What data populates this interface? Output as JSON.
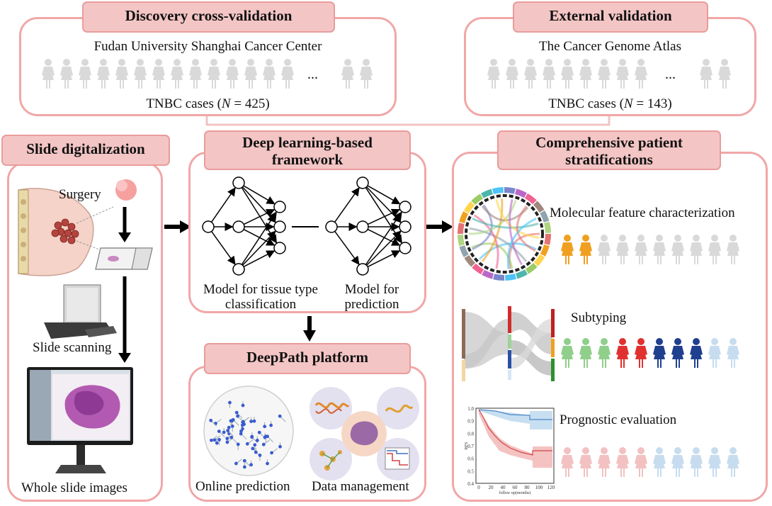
{
  "discovery": {
    "title": "Discovery cross-validation",
    "institution": "Fudan University Shanghai Cancer Center",
    "cases_prefix": "TNBC cases (",
    "n_symbol": "N",
    "cases_suffix": " = 425)"
  },
  "external": {
    "title": "External validation",
    "institution": "The Cancer Genome Atlas",
    "cases_prefix": "TNBC cases (",
    "n_symbol": "N",
    "cases_suffix": " = 143)"
  },
  "ellipsis": "...",
  "slide": {
    "title": "Slide digitalization",
    "surgery": "Surgery",
    "scanning": "Slide scanning",
    "wsi": "Whole slide images"
  },
  "framework": {
    "title_line1": "Deep learning-based",
    "title_line2": "framework",
    "model1_line1": "Model for tissue type",
    "model1_line2": "classification",
    "model2_line1": "Model for",
    "model2_line2": "prediction"
  },
  "platform": {
    "title": "DeepPath platform",
    "online": "Online prediction",
    "data": "Data management"
  },
  "stratification": {
    "title_line1": "Comprehensive patient",
    "title_line2": "stratifications",
    "molecular": "Molecular feature characterization",
    "subtyping": "Subtyping",
    "prognostic": "Prognostic evaluation"
  },
  "km_plot": {
    "ylabel": "RFS",
    "xlabel": "follow up(months)",
    "y_ticks": [
      "1.0",
      "0.9",
      "0.8",
      "0.7",
      "0.6",
      "0.5",
      "0.4"
    ],
    "x_ticks": [
      "0",
      "20",
      "40",
      "60",
      "80",
      "100",
      "120"
    ]
  },
  "colors": {
    "panel_border": "#f1a7a7",
    "tag_fill": "#f4c5c5",
    "person_grey": "#d9d9d9",
    "orange": "#f0a020",
    "green": "#8fcf8a",
    "red": "#e03030",
    "navy": "#1f3f8f",
    "light_blue": "#c7dcef",
    "pink": "#f3c1c1"
  }
}
